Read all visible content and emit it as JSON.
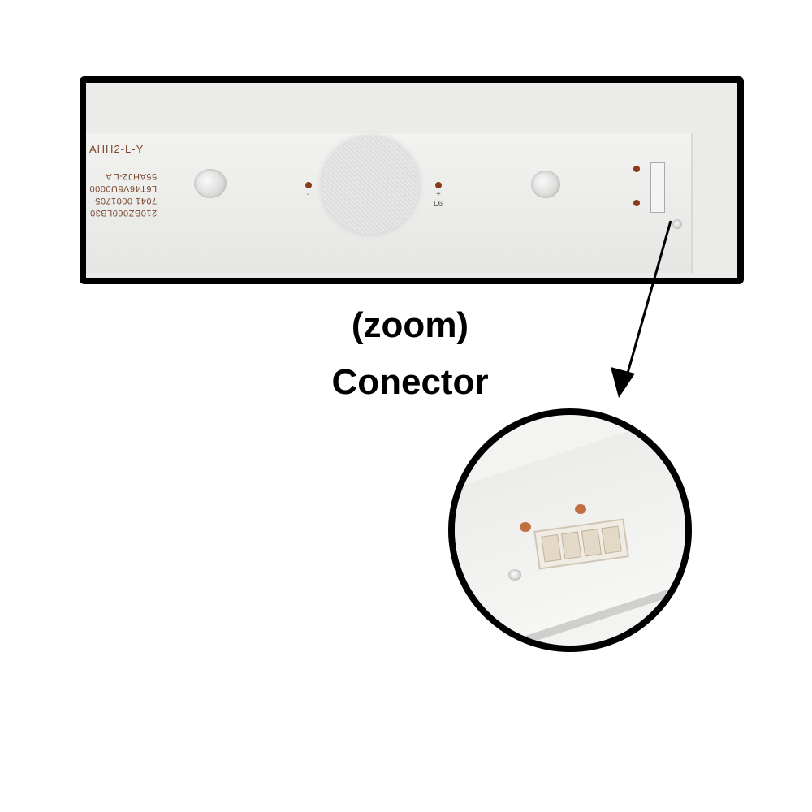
{
  "board": {
    "model_top": "AHH2-L-Y",
    "code_lines": [
      "210BZ060LB30",
      "7041   0001705",
      "L6T46V5U0000",
      "55AHJ2-L   A"
    ],
    "led_label": "L6",
    "minus": "-",
    "plus": "+"
  },
  "caption": {
    "line1": "(zoom)",
    "line2": "Conector"
  }
}
